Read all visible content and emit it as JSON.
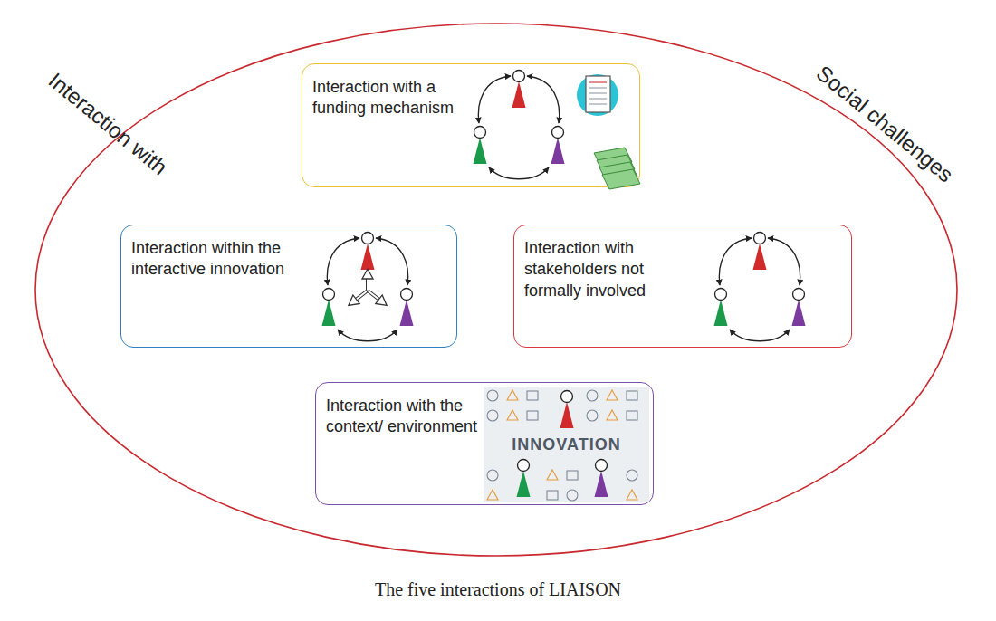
{
  "diagram": {
    "caption": "The five interactions of LIAISON",
    "nodes": [
      {
        "text": [
          "Interaction with",
          "Social challenges"
        ]
      },
      {
        "text": [
          "Interaction with a funding mechanism"
        ],
        "in": 0
      },
      {
        "text": [
          "Interaction within the interactive innovation"
        ],
        "in": 0
      },
      {
        "text": [
          "Interaction with stakeholders not formally involved"
        ],
        "in": 0
      },
      {
        "text": [
          "Interaction with the context/ environment"
        ],
        "in": 0
      }
    ],
    "labels": [
      "INNOVATION"
    ]
  }
}
